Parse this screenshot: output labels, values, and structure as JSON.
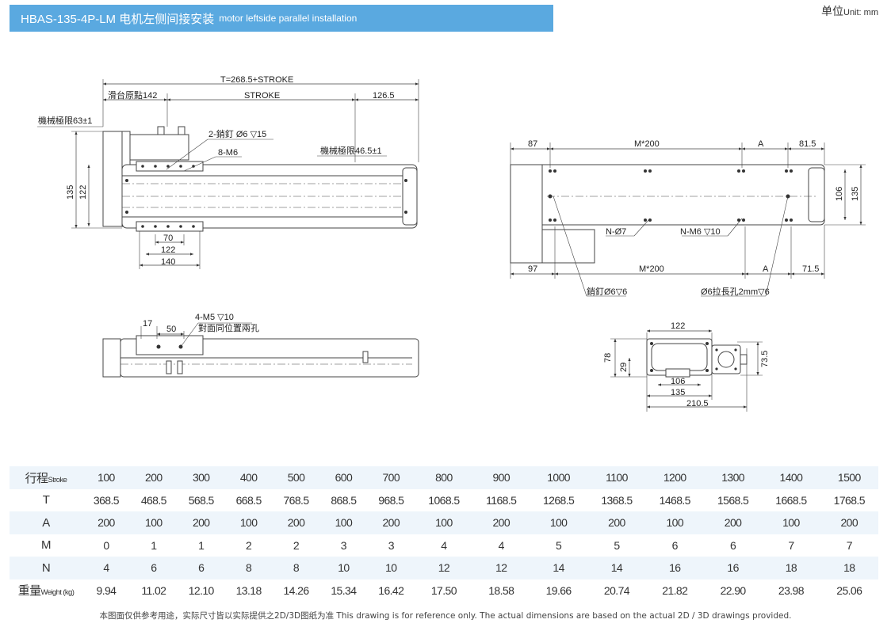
{
  "header": {
    "title": "HBAS-135-4P-LM 电机左侧间接安装",
    "subtitle": "motor leftside parallel installation",
    "unit_cn": "单位",
    "unit_en": "Unit: mm"
  },
  "dims": {
    "top_view": {
      "total": "T=268.5+STROKE",
      "origin": "滑台原點142",
      "stroke": "STROKE",
      "right": "126.5",
      "mech_limit_left": "機械極限63±1",
      "mech_limit_right": "機械極限46.5±1",
      "pin": "2-銷釘 Ø6",
      "pin_depth": "15",
      "m6": "8-M6",
      "h135": "135",
      "h122": "122",
      "b70": "70",
      "b122": "122",
      "b140": "140"
    },
    "side_view": {
      "d17": "17",
      "d50": "50",
      "m5": "4-M5",
      "m5_depth": "10",
      "note": "對面同位置兩孔"
    },
    "bottom_view": {
      "d87": "87",
      "m200_top": "M*200",
      "a_top": "A",
      "d81_5": "81.5",
      "h106": "106",
      "h135": "135",
      "n_o7": "N-Ø7",
      "n_m6": "N-M6",
      "n_m6_depth": "10",
      "d97": "97",
      "m200_bot": "M*200",
      "a_bot": "A",
      "d71_5": "71.5",
      "pin": "銷釘Ø6",
      "pin_depth": "6",
      "slot": "Ø6拉長孔2mm",
      "slot_depth": "6"
    },
    "end_view": {
      "w122": "122",
      "h78": "78",
      "h29": "29",
      "h73_5": "73.5",
      "w106": "106",
      "w135": "135",
      "w210_5": "210.5"
    }
  },
  "table": {
    "rows": [
      {
        "label": "行程",
        "label_en": "Stroke",
        "values": [
          "100",
          "200",
          "300",
          "400",
          "500",
          "600",
          "700",
          "800",
          "900",
          "1000",
          "1100",
          "1200",
          "1300",
          "1400",
          "1500"
        ]
      },
      {
        "label": "T",
        "label_en": "",
        "values": [
          "368.5",
          "468.5",
          "568.5",
          "668.5",
          "768.5",
          "868.5",
          "968.5",
          "1068.5",
          "1168.5",
          "1268.5",
          "1368.5",
          "1468.5",
          "1568.5",
          "1668.5",
          "1768.5"
        ]
      },
      {
        "label": "A",
        "label_en": "",
        "values": [
          "200",
          "100",
          "200",
          "100",
          "200",
          "100",
          "200",
          "100",
          "200",
          "100",
          "200",
          "100",
          "200",
          "100",
          "200"
        ]
      },
      {
        "label": "M",
        "label_en": "",
        "values": [
          "0",
          "1",
          "1",
          "2",
          "2",
          "3",
          "3",
          "4",
          "4",
          "5",
          "5",
          "6",
          "6",
          "7",
          "7"
        ]
      },
      {
        "label": "N",
        "label_en": "",
        "values": [
          "4",
          "6",
          "6",
          "8",
          "8",
          "10",
          "10",
          "12",
          "12",
          "14",
          "14",
          "16",
          "16",
          "18",
          "18"
        ]
      },
      {
        "label": "重量",
        "label_en": "Weight (kg)",
        "values": [
          "9.94",
          "11.02",
          "12.10",
          "13.18",
          "14.26",
          "15.34",
          "16.42",
          "17.50",
          "18.58",
          "19.66",
          "20.74",
          "21.82",
          "22.90",
          "23.98",
          "25.06"
        ]
      }
    ]
  },
  "footnote": "本图面仅供参考用途，实际尺寸皆以实际提供之2D/3D图纸为准 This drawing is for reference only. The actual dimensions are based on the actual 2D / 3D drawings provided."
}
